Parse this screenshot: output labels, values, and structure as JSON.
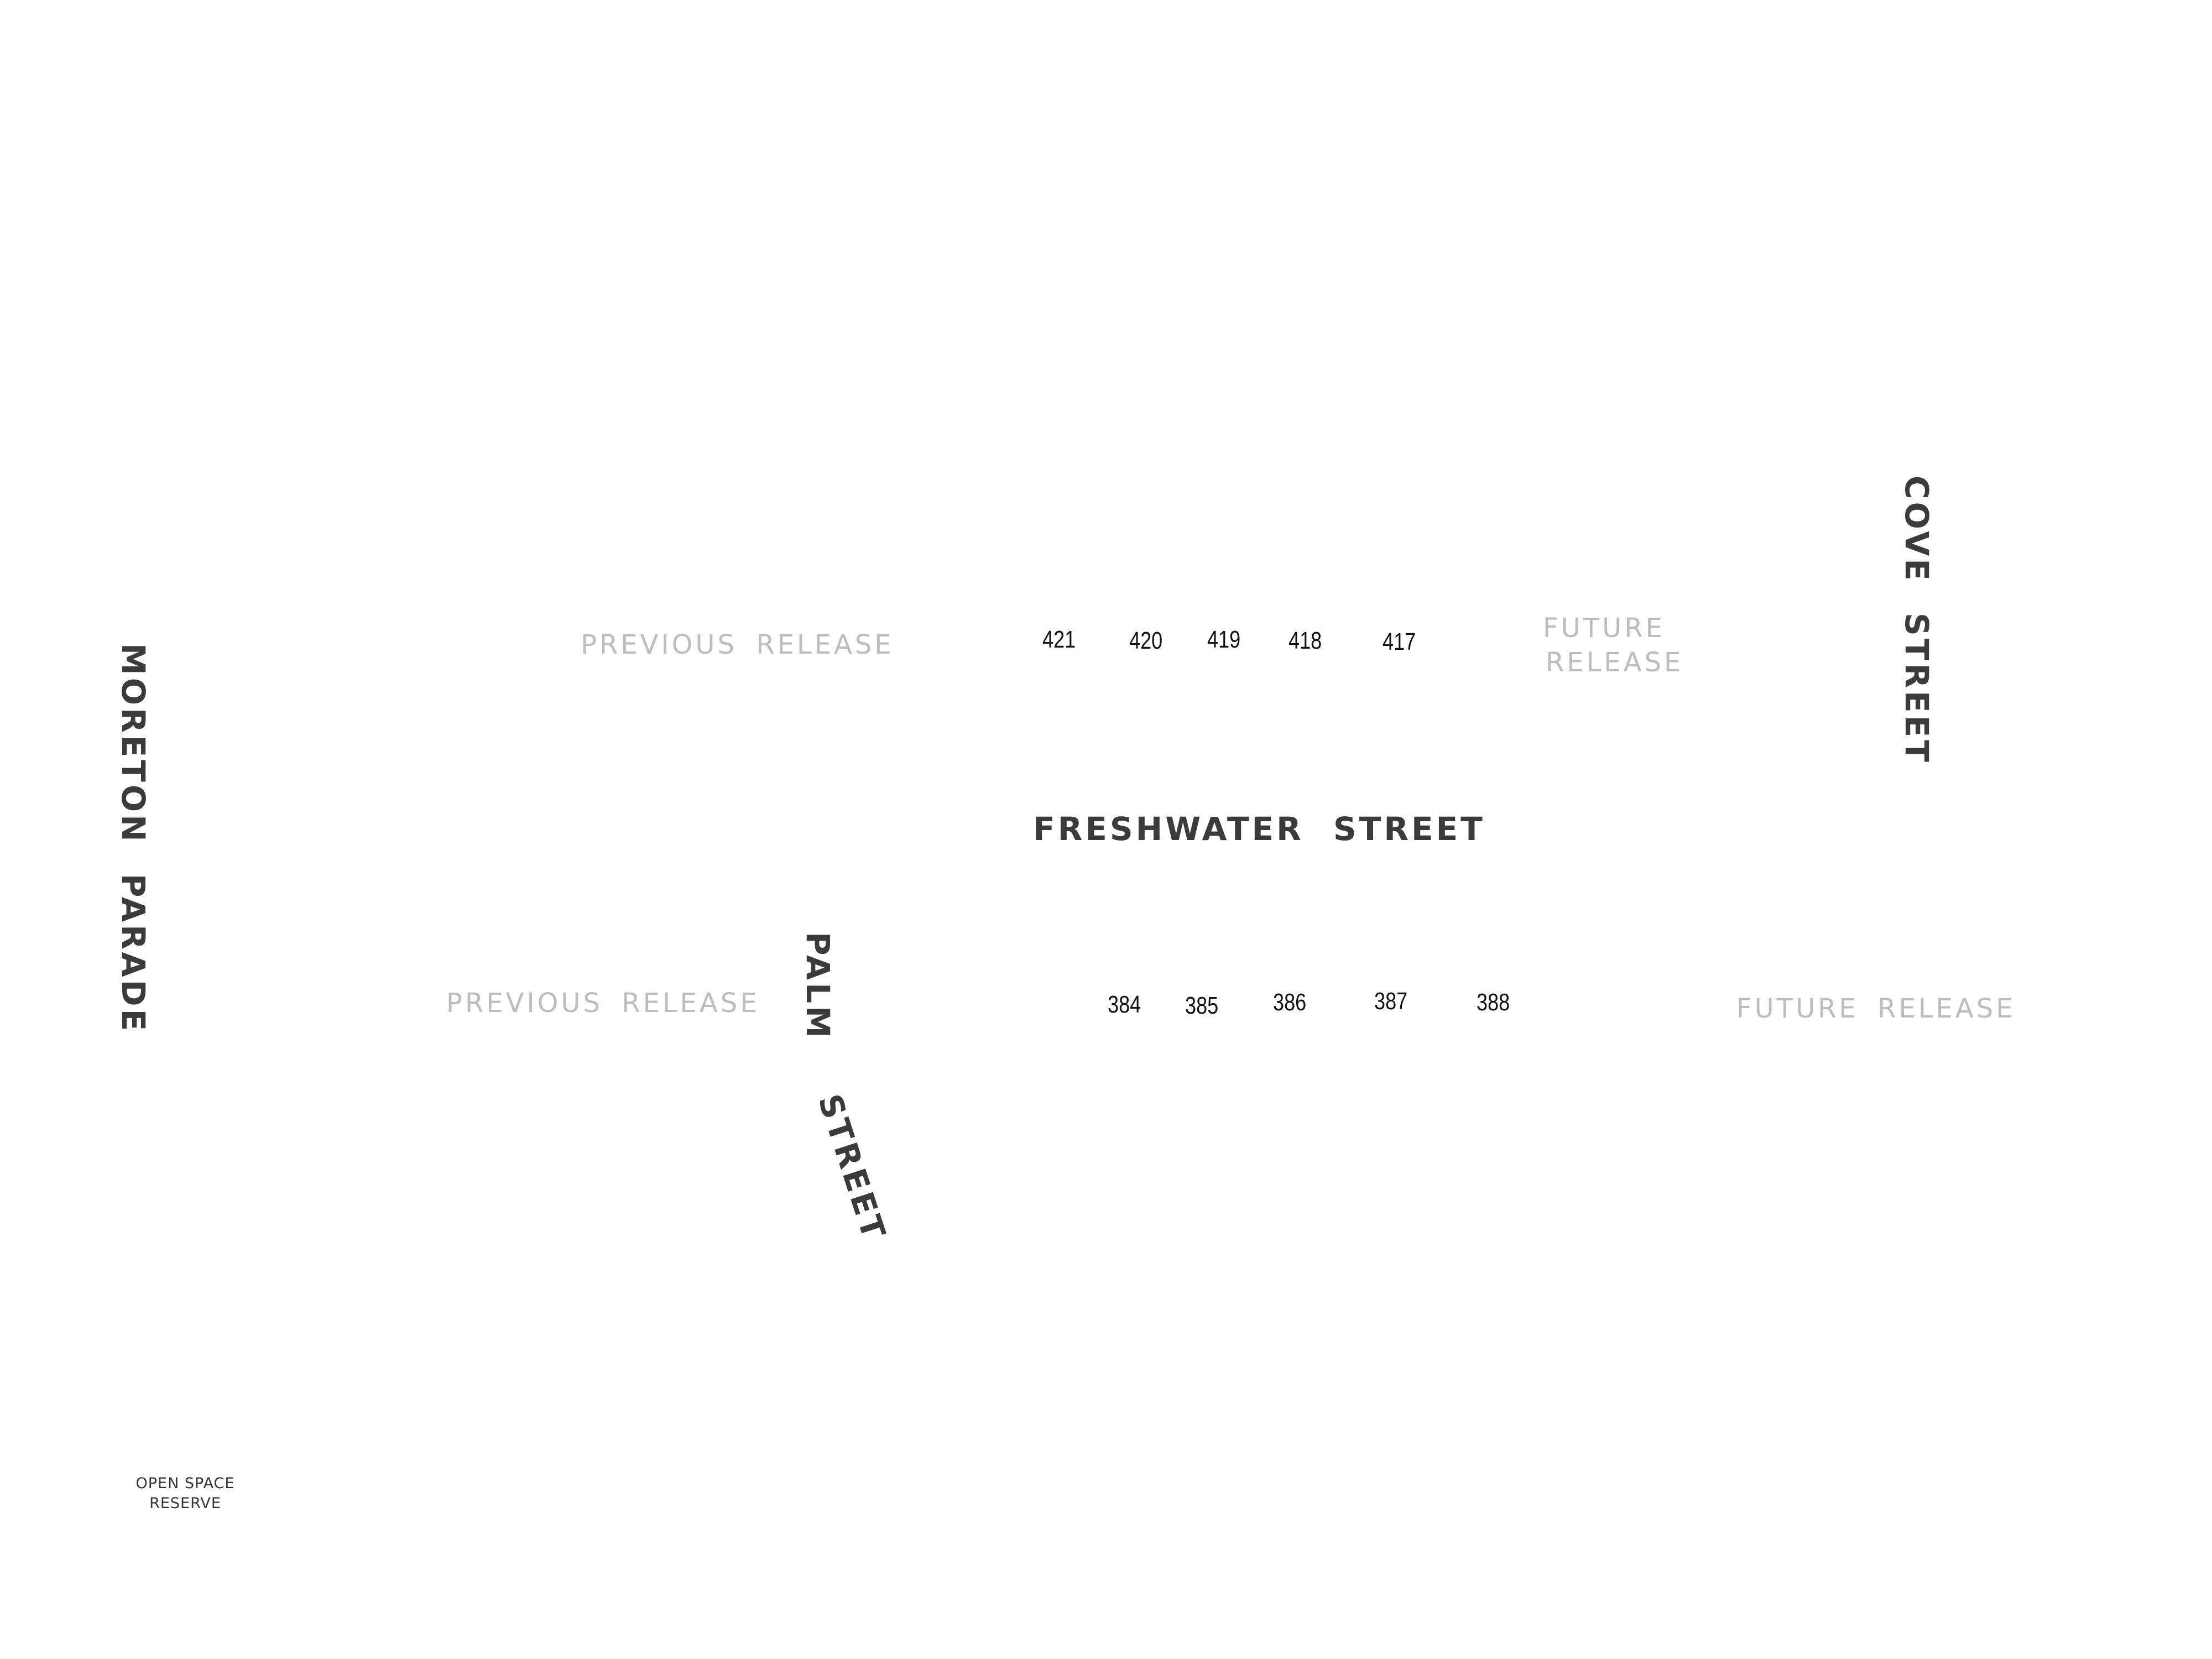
{
  "streets": {
    "moreton": "MORETON PARADE",
    "cove": "COVE STREET",
    "freshwater": "FRESHWATER STREET",
    "palm_1": "PALM",
    "palm_2": "STREET"
  },
  "releases": {
    "previous_top": "PREVIOUS RELEASE",
    "previous_bottom": "PREVIOUS RELEASE",
    "future_top_line1": "FUTURE",
    "future_top_line2": "RELEASE",
    "future_bottom": "FUTURE RELEASE"
  },
  "lots_north": [
    "421",
    "420",
    "419",
    "418",
    "417"
  ],
  "lots_south": [
    "384",
    "385",
    "386",
    "387",
    "388"
  ],
  "reserve": {
    "line1": "OPEN SPACE",
    "line2": "RESERVE"
  },
  "colors": {
    "street_text": "#3b3b3b",
    "release_text": "#bdbdbd",
    "lot_text": "#111111",
    "background": "#ffffff"
  }
}
